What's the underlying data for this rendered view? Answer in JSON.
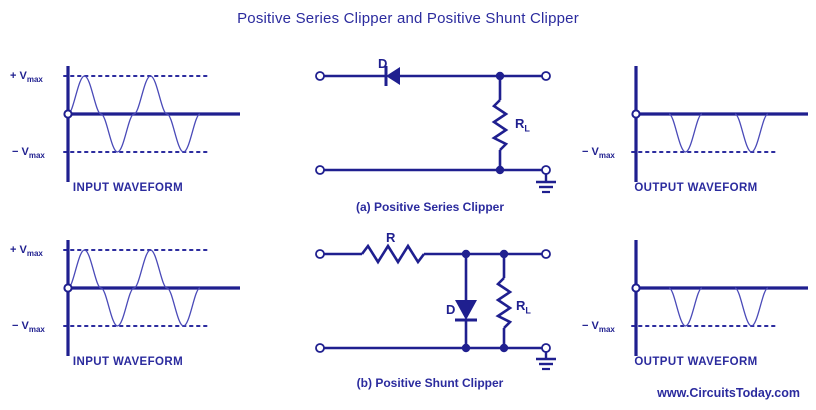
{
  "page": {
    "title": "Positive Series Clipper and Positive Shunt Clipper",
    "footer": "www.CircuitsToday.com",
    "accent_color": "#1f1f8f",
    "background_color": "#ffffff"
  },
  "labels": {
    "plus_vmax": "+ V",
    "minus_vmax": "− V",
    "vmax_sub": "max",
    "input_waveform": "INPUT WAVEFORM",
    "output_waveform": "OUTPUT WAVEFORM"
  },
  "rows": [
    {
      "id": "positive-series-clipper",
      "caption": "(a) Positive Series Clipper",
      "input": {
        "caption": "INPUT WAVEFORM",
        "top_label": "+ V",
        "bottom_label": "− V",
        "sub": "max",
        "cycles": 2,
        "description": "full sine wave, two cycles, positive and negative peaks at +Vmax and -Vmax"
      },
      "circuit": {
        "components": [
          {
            "name": "diode",
            "label": "D",
            "orientation": "horizontal-left"
          },
          {
            "name": "load-resistor",
            "label": "R",
            "sub": "L",
            "orientation": "vertical"
          },
          {
            "name": "ground",
            "label": ""
          }
        ]
      },
      "output": {
        "caption": "OUTPUT WAVEFORM",
        "bottom_label": "− V",
        "sub": "max",
        "cycles": 2,
        "description": "negative half cycles only, positive half clipped to zero"
      }
    },
    {
      "id": "positive-shunt-clipper",
      "caption": "(b) Positive Shunt Clipper",
      "input": {
        "caption": "INPUT WAVEFORM",
        "top_label": "+ V",
        "bottom_label": "− V",
        "sub": "max",
        "cycles": 2,
        "description": "full sine wave, two cycles, positive and negative peaks at +Vmax and -Vmax"
      },
      "circuit": {
        "components": [
          {
            "name": "series-resistor",
            "label": "R",
            "orientation": "horizontal"
          },
          {
            "name": "diode",
            "label": "D",
            "orientation": "vertical-down"
          },
          {
            "name": "load-resistor",
            "label": "R",
            "sub": "L",
            "orientation": "vertical"
          },
          {
            "name": "ground",
            "label": ""
          }
        ]
      },
      "output": {
        "caption": "OUTPUT WAVEFORM",
        "bottom_label": "− V",
        "sub": "max",
        "cycles": 2,
        "description": "negative half cycles only, positive half clipped to zero"
      }
    }
  ]
}
